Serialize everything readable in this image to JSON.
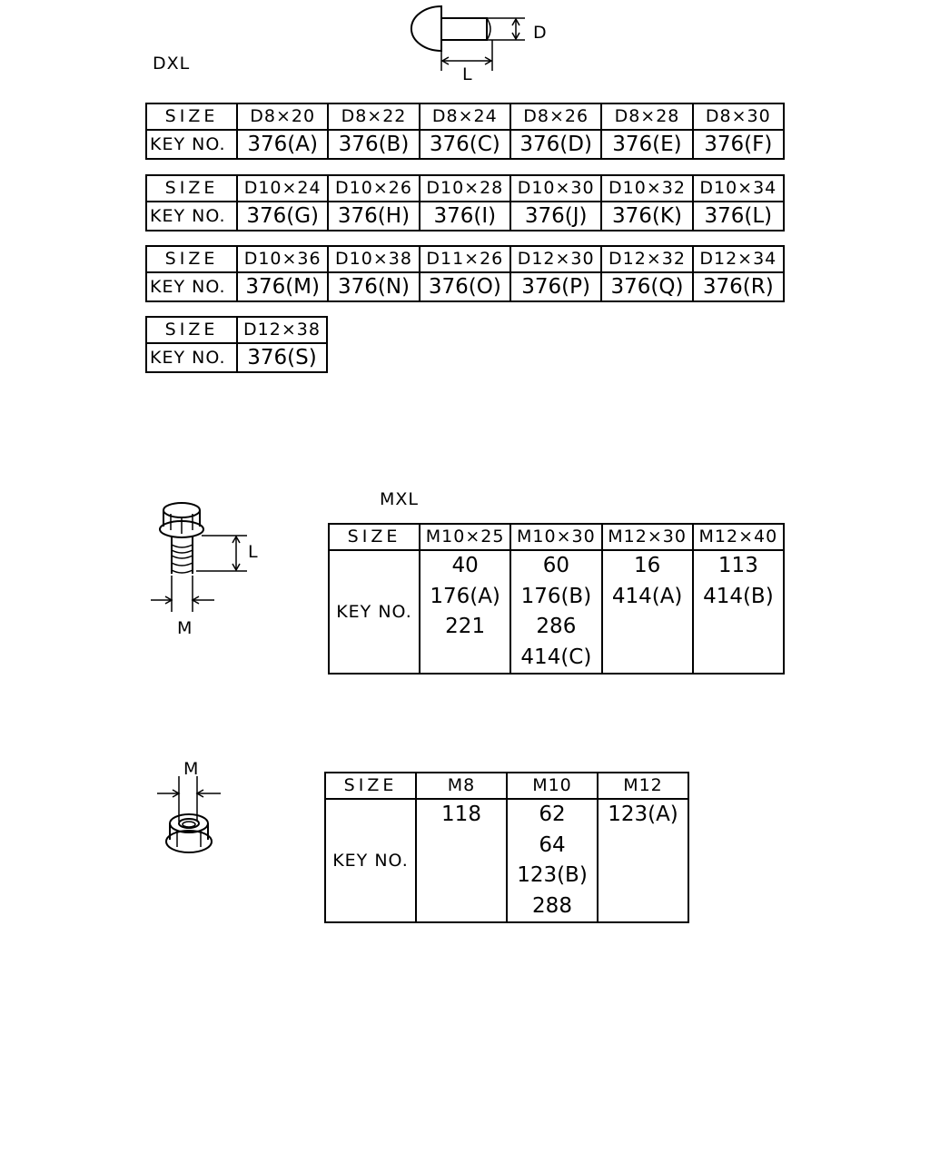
{
  "rivet": {
    "code_label": "DXL",
    "dim_d": "D",
    "dim_l": "L",
    "tables": [
      {
        "size_label": "SIZE",
        "key_label": "KEY NO.",
        "sizes": [
          "D8×20",
          "D8×22",
          "D8×24",
          "D8×26",
          "D8×28",
          "D8×30"
        ],
        "keys": [
          "376(A)",
          "376(B)",
          "376(C)",
          "376(D)",
          "376(E)",
          "376(F)"
        ]
      },
      {
        "size_label": "SIZE",
        "key_label": "KEY NO.",
        "sizes": [
          "D10×24",
          "D10×26",
          "D10×28",
          "D10×30",
          "D10×32",
          "D10×34"
        ],
        "keys": [
          "376(G)",
          "376(H)",
          "376(I)",
          "376(J)",
          "376(K)",
          "376(L)"
        ]
      },
      {
        "size_label": "SIZE",
        "key_label": "KEY NO.",
        "sizes": [
          "D10×36",
          "D10×38",
          "D11×26",
          "D12×30",
          "D12×32",
          "D12×34"
        ],
        "keys": [
          "376(M)",
          "376(N)",
          "376(O)",
          "376(P)",
          "376(Q)",
          "376(R)"
        ]
      },
      {
        "size_label": "SIZE",
        "key_label": "KEY NO.",
        "sizes": [
          "D12×38"
        ],
        "keys": [
          "376(S)"
        ]
      }
    ]
  },
  "bolt": {
    "code_label": "MXL",
    "dim_l": "L",
    "dim_m": "M",
    "table": {
      "size_label": "SIZE",
      "key_label": "KEY NO.",
      "sizes": [
        "M10×25",
        "M10×30",
        "M12×30",
        "M12×40"
      ],
      "keys": [
        [
          "40",
          "176(A)",
          "221"
        ],
        [
          "60",
          "176(B)",
          "286",
          "414(C)"
        ],
        [
          "16",
          "414(A)"
        ],
        [
          "113",
          "414(B)"
        ]
      ]
    }
  },
  "nut": {
    "dim_m": "M",
    "table": {
      "size_label": "SIZE",
      "key_label": "KEY NO.",
      "sizes": [
        "M8",
        "M10",
        "M12"
      ],
      "keys": [
        [
          "118"
        ],
        [
          "62",
          "64",
          "123(B)",
          "288"
        ],
        [
          "123(A)"
        ]
      ]
    }
  }
}
